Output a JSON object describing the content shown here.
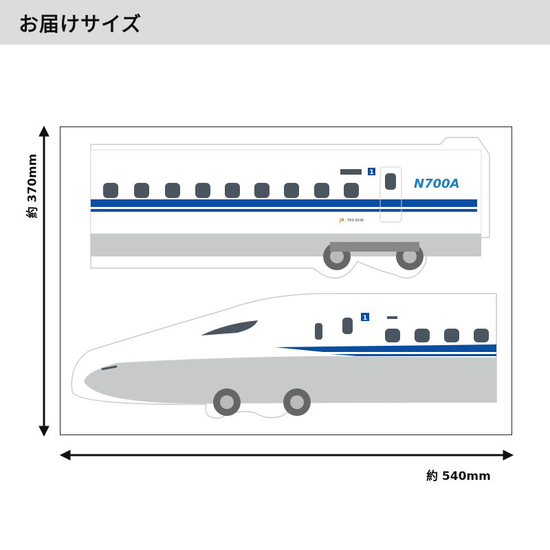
{
  "header": {
    "title": "お届けサイズ"
  },
  "dimensions": {
    "height_label": "約 370mm",
    "width_label": "約 540mm"
  },
  "train": {
    "car_number": "1",
    "logo": "N700A",
    "car_id": "783-3036",
    "colors": {
      "stripe": "#0a4ea2",
      "window": "#4a5560",
      "skirt": "#c8c9c9"
    }
  }
}
